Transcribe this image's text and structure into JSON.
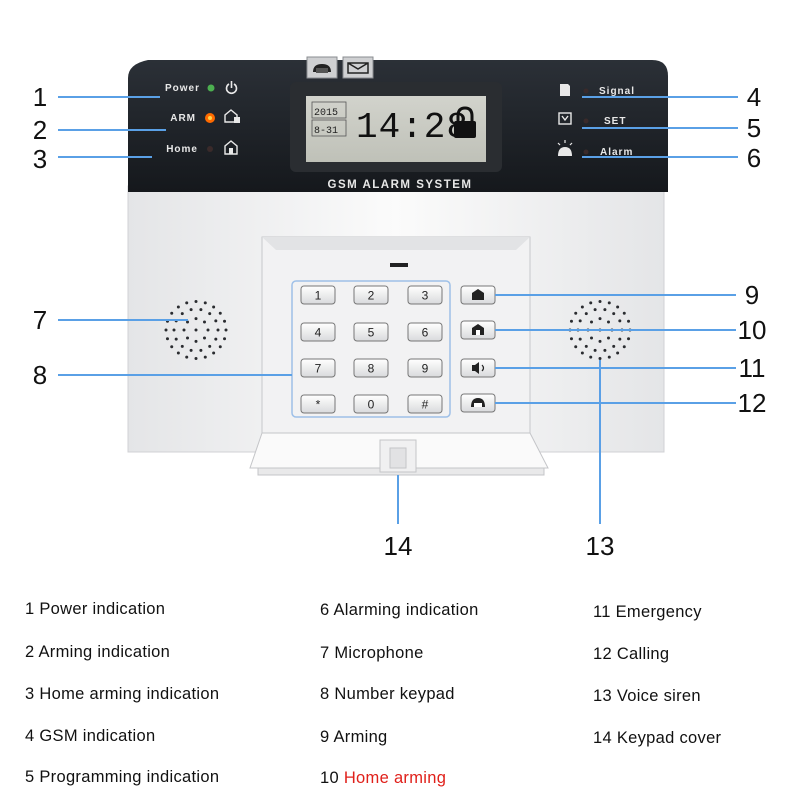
{
  "device": {
    "lcd_date_top": "2015",
    "lcd_date_bottom": "8-31",
    "lcd_time": "14:28",
    "label_power": "Power",
    "label_arm": "ARM",
    "label_home": "Home",
    "label_signal": "Signal",
    "label_set": "SET",
    "label_alarm": "Alarm",
    "system_name": "GSM ALARM SYSTEM",
    "keys": [
      "1",
      "2",
      "3",
      "4",
      "5",
      "6",
      "7",
      "8",
      "9",
      "*",
      "0",
      "#"
    ]
  },
  "callouts": [
    "1",
    "2",
    "3",
    "4",
    "5",
    "6",
    "7",
    "8",
    "9",
    "10",
    "11",
    "12",
    "13",
    "14"
  ],
  "legend": [
    {
      "num": "1",
      "text": "Power indication"
    },
    {
      "num": "2",
      "text": "Arming indication"
    },
    {
      "num": "3",
      "text": "Home arming indication"
    },
    {
      "num": "4",
      "text": "GSM indication"
    },
    {
      "num": "5",
      "text": "Programming indication"
    },
    {
      "num": "6",
      "text": "Alarming indication"
    },
    {
      "num": "7",
      "text": "Microphone"
    },
    {
      "num": "8",
      "text": "Number keypad"
    },
    {
      "num": "9",
      "text": "Arming"
    },
    {
      "num": "10",
      "text": "Home arming"
    },
    {
      "num": "11",
      "text": "Emergency"
    },
    {
      "num": "12",
      "text": "Calling"
    },
    {
      "num": "13",
      "text": "Voice siren"
    },
    {
      "num": "14",
      "text": "Keypad cover"
    }
  ],
  "colors": {
    "leader_line": "#5aa0e6",
    "highlight_text": "#e0201a",
    "panel_dark": "#1e2228",
    "led_power": "#4caf50",
    "led_arm": "#ff6a00"
  },
  "icons": [
    "power-icon",
    "arm-house-icon",
    "home-house-icon",
    "sim-card-icon",
    "antenna-icon",
    "siren-icon",
    "phone-icon",
    "envelope-icon",
    "padlock-icon",
    "house-icon",
    "house-lock-icon",
    "speaker-icon"
  ]
}
